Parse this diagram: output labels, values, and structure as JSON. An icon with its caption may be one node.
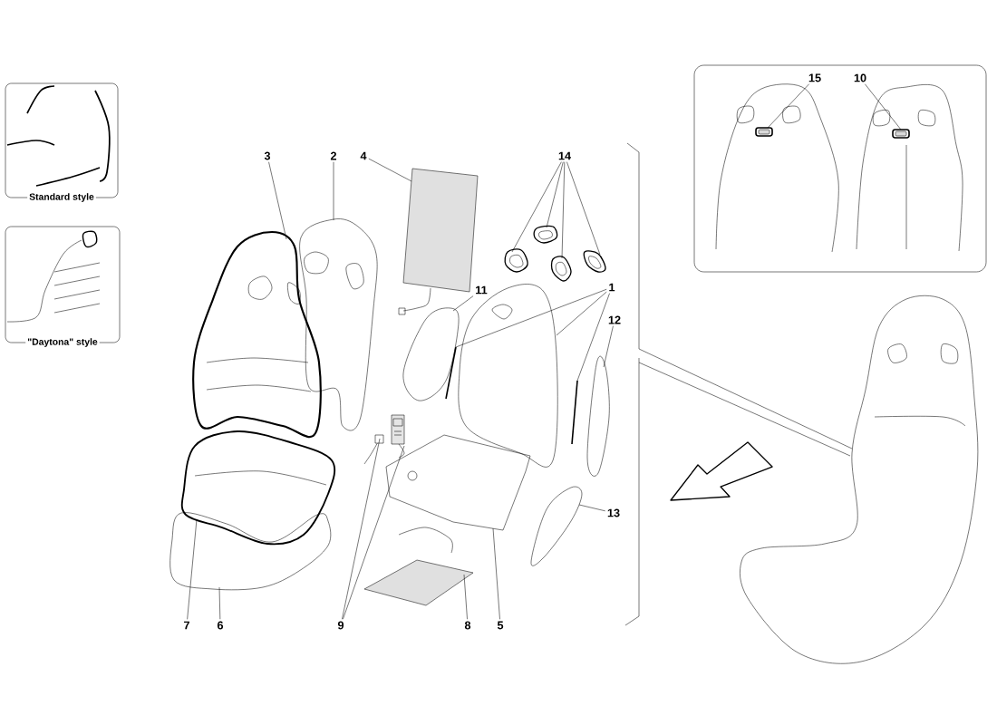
{
  "diagram": {
    "nodes": [
      {
        "text": [
          "Standard style"
        ]
      },
      {
        "text": [
          "\"Daytona\" style"
        ]
      },
      {
        "text": [
          "3"
        ]
      },
      {
        "text": [
          "2"
        ]
      },
      {
        "text": [
          "4"
        ]
      },
      {
        "text": [
          "14"
        ]
      },
      {
        "text": [
          "11"
        ]
      },
      {
        "text": [
          "1"
        ]
      },
      {
        "text": [
          "12"
        ]
      },
      {
        "text": [
          "13"
        ]
      },
      {
        "text": [
          "9"
        ]
      },
      {
        "text": [
          "8"
        ]
      },
      {
        "text": [
          "5"
        ]
      },
      {
        "text": [
          "7"
        ]
      },
      {
        "text": [
          "6"
        ]
      },
      {
        "text": [],
        "shape": "box"
      },
      {
        "text": [
          "15"
        ],
        "in": 15
      },
      {
        "text": [
          "10"
        ],
        "in": 15
      },
      {
        "text": [],
        "shape": "picture"
      },
      {
        "text": [],
        "shape": "picture"
      },
      {
        "text": [],
        "shape": "picture"
      },
      {
        "text": [],
        "shape": "picture"
      },
      {
        "text": [],
        "shape": "picture"
      },
      {
        "text": [],
        "shape": "picture"
      },
      {
        "text": [],
        "shape": "picture"
      },
      {
        "text": [],
        "shape": "picture"
      },
      {
        "text": [],
        "shape": "picture"
      },
      {
        "text": [],
        "shape": "picture"
      },
      {
        "text": [],
        "shape": "picture"
      },
      {
        "text": [],
        "shape": "picture"
      },
      {
        "text": [],
        "shape": "picture"
      },
      {
        "text": [],
        "shape": "picture"
      },
      {
        "text": [],
        "shape": "picture"
      },
      {
        "text": [],
        "shape": "picture"
      },
      {
        "text": [],
        "shape": "picture"
      },
      {
        "text": [],
        "shape": "picture"
      },
      {
        "text": [],
        "shape": "picture"
      },
      {
        "text": [],
        "shape": "picture",
        "in": 15
      },
      {
        "text": [],
        "shape": "picture",
        "in": 15
      }
    ],
    "edges": [
      {
        "from": 2,
        "to": 20,
        "arrow": "none"
      },
      {
        "from": 3,
        "to": 21,
        "arrow": "none"
      },
      {
        "from": 4,
        "to": 26,
        "arrow": "none"
      },
      {
        "from": 5,
        "to": 30,
        "arrow": "none"
      },
      {
        "from": 5,
        "to": 32,
        "arrow": "none"
      },
      {
        "from": 5,
        "to": 33,
        "arrow": "none"
      },
      {
        "from": 5,
        "to": 35,
        "arrow": "none"
      },
      {
        "from": 6,
        "to": 27,
        "arrow": "none"
      },
      {
        "from": 7,
        "to": 28,
        "arrow": "none"
      },
      {
        "from": 7,
        "to": 29,
        "arrow": "none"
      },
      {
        "from": 7,
        "to": 34,
        "arrow": "none"
      },
      {
        "from": 8,
        "to": 36,
        "arrow": "none"
      },
      {
        "from": 9,
        "to": 31,
        "arrow": "none"
      },
      {
        "from": 10,
        "to": 23,
        "arrow": "none"
      },
      {
        "from": 10,
        "to": 25,
        "arrow": "none"
      },
      {
        "from": 11,
        "to": 22,
        "arrow": "none"
      },
      {
        "from": 12,
        "to": 24,
        "arrow": "none"
      },
      {
        "from": 13,
        "to": 19,
        "arrow": "none"
      },
      {
        "from": 14,
        "to": 18,
        "arrow": "none"
      },
      {
        "from": 16,
        "to": 37,
        "arrow": "none"
      },
      {
        "from": 17,
        "to": 38,
        "arrow": "none"
      }
    ]
  }
}
